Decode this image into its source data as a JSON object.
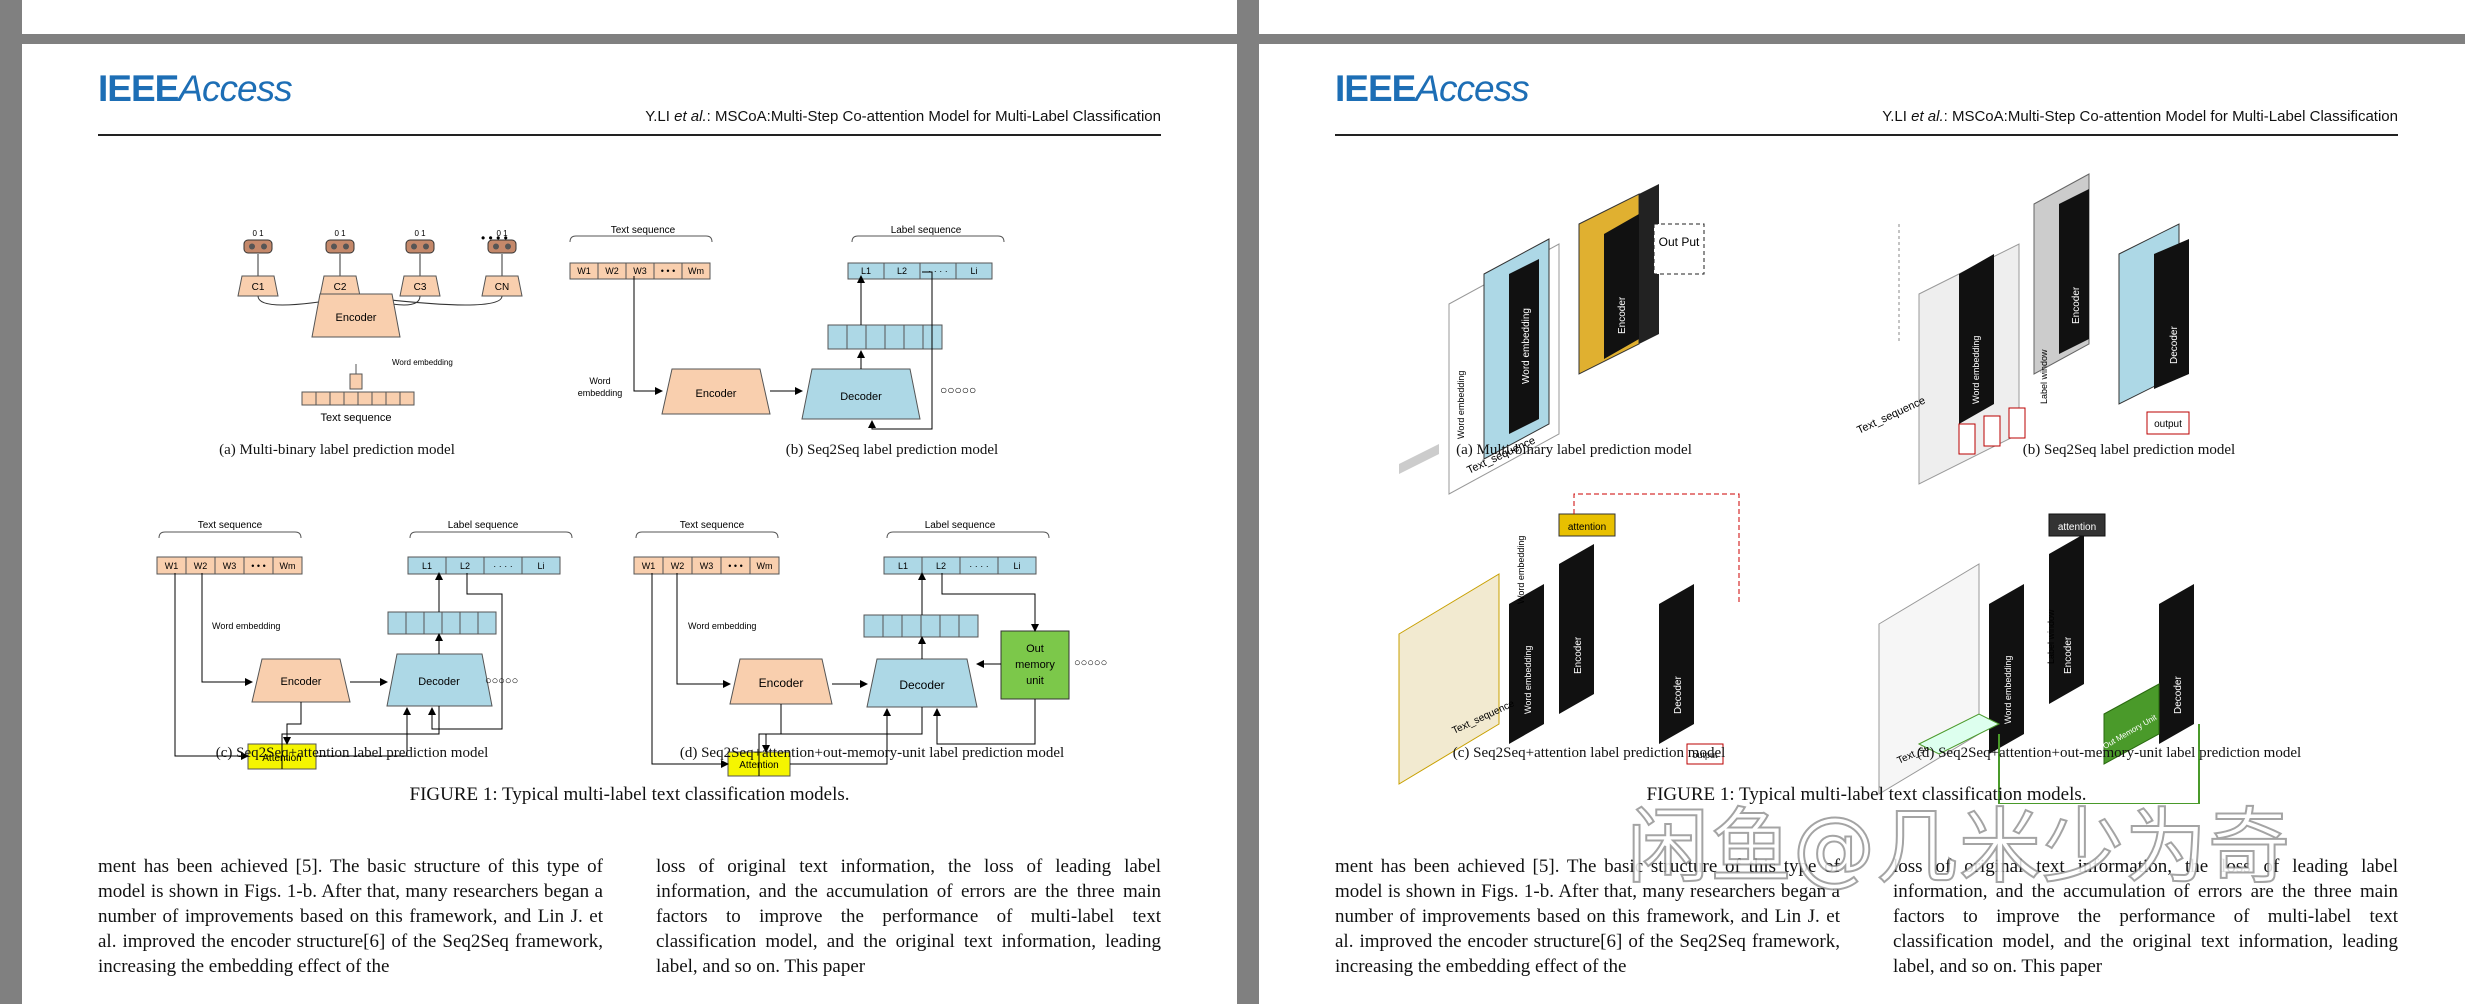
{
  "header": {
    "logo_strong": "IEEE",
    "logo_italic": "Access",
    "running_title_authors": "Y.LI ",
    "running_title_etal": "et al.",
    "running_title_rest": ": MSCoA:Multi-Step Co-attention Model for Multi-Label Classification"
  },
  "left_page": {
    "subcaptions": {
      "a": "(a) Multi-binary label prediction model",
      "b": "(b) Seq2Seq label prediction model",
      "c": "(c) Seq2Seq+attention label prediction model",
      "d": "(d) Seq2Seq+attention+out-memory-unit label prediction model"
    },
    "figure_caption": "FIGURE 1: Typical multi-label text classification models.",
    "diagram_labels": {
      "c_nodes": [
        "C1",
        "C2",
        "C3",
        "CN"
      ],
      "binary": "0 1",
      "dots": "• • • •",
      "encoder": "Encoder",
      "decoder": "Decoder",
      "word_embedding": "Word embedding",
      "word": "Word",
      "embedding": "embedding",
      "text_sequence": "Text sequence",
      "label_sequence": "Label sequence",
      "w_tokens": [
        "W1",
        "W2",
        "W3",
        "• • •",
        "Wm"
      ],
      "l_tokens": [
        "L1",
        "L2",
        "· · · ·",
        "Li"
      ],
      "attention": "Attention",
      "out_memory": [
        "Out",
        "memory",
        "unit"
      ],
      "circles": "○○○○○"
    },
    "col1": "ment has been achieved [5]. The basic structure of this type of model is shown in Figs. 1-b. After that, many researchers began a number of improvements based on this framework, and Lin J. et al. improved the encoder structure[6] of the Seq2Seq framework, increasing the embedding effect of the",
    "col2": "loss of original text information, the loss of leading label information, and the accumulation of errors are the three main factors to improve the performance of multi-label text classification model, and the original text information, leading label, and so on. This paper"
  },
  "right_page": {
    "subcaptions": {
      "a": "(a) Multi-binary label prediction model",
      "b": "(b) Seq2Seq label prediction model",
      "c": "(c) Seq2Seq+attention label prediction model",
      "d": "(d) Seq2Seq+attention+out-memory-unit label prediction model"
    },
    "figure_caption": "FIGURE 1: Typical multi-label text classification models.",
    "diagram_labels": {
      "encoder": "Encoder",
      "decoder": "Decoder",
      "word_embedding": "Word embedding",
      "text_sequence": "Text_sequence",
      "attention": "attention",
      "output": "output",
      "out_put": "Out Put",
      "label_window": "Label window",
      "out_memory": "Out Memory Unit"
    },
    "col1": "ment has been achieved [5]. The basic structure of this type of model is shown in Figs. 1-b. After that, many researchers began a number of improvements based on this framework, and Lin J. et al. improved the encoder structure[6] of the Seq2Seq framework, increasing the embedding effect of the",
    "col2": "loss of original text information, the loss of leading label information, and the accumulation of errors are the three main factors to improve the performance of multi-label text classification model, and the original text information, leading label, and so on. This paper"
  },
  "watermark": "闲鱼@几米少为奇",
  "colors": {
    "peach": "#f9cfae",
    "blue": "#add8e6",
    "yellow": "#f5f500",
    "green": "#7cc84a",
    "ieee_blue": "#1d6eb5",
    "gray": "#808080"
  }
}
